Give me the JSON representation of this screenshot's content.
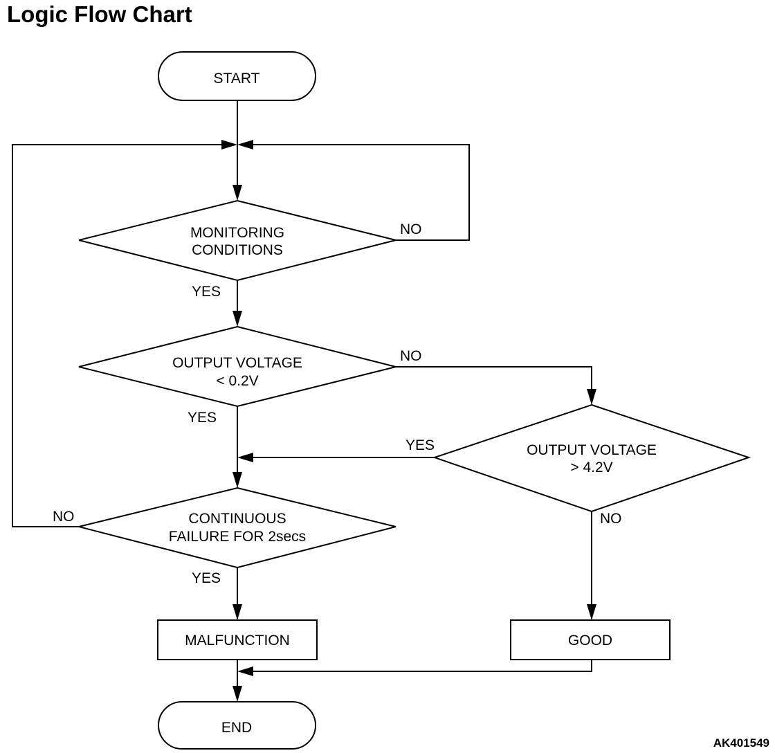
{
  "header": {
    "title": "Logic Flow Chart"
  },
  "footer": {
    "figure_id": "AK401549"
  },
  "nodes": {
    "start": "START",
    "monitoring_line1": "MONITORING",
    "monitoring_line2": "CONDITIONS",
    "low_voltage_line1": "OUTPUT VOLTAGE",
    "low_voltage_line2": "< 0.2V",
    "high_voltage_line1": "OUTPUT VOLTAGE",
    "high_voltage_line2": "> 4.2V",
    "continuous_line1": "CONTINUOUS",
    "continuous_line2": "FAILURE FOR 2secs",
    "malfunction": "MALFUNCTION",
    "good": "GOOD",
    "end": "END"
  },
  "edges": {
    "monitoring_no": "NO",
    "monitoring_yes": "YES",
    "low_voltage_no": "NO",
    "low_voltage_yes": "YES",
    "high_voltage_yes": "YES",
    "high_voltage_no": "NO",
    "continuous_no": "NO",
    "continuous_yes": "YES"
  }
}
